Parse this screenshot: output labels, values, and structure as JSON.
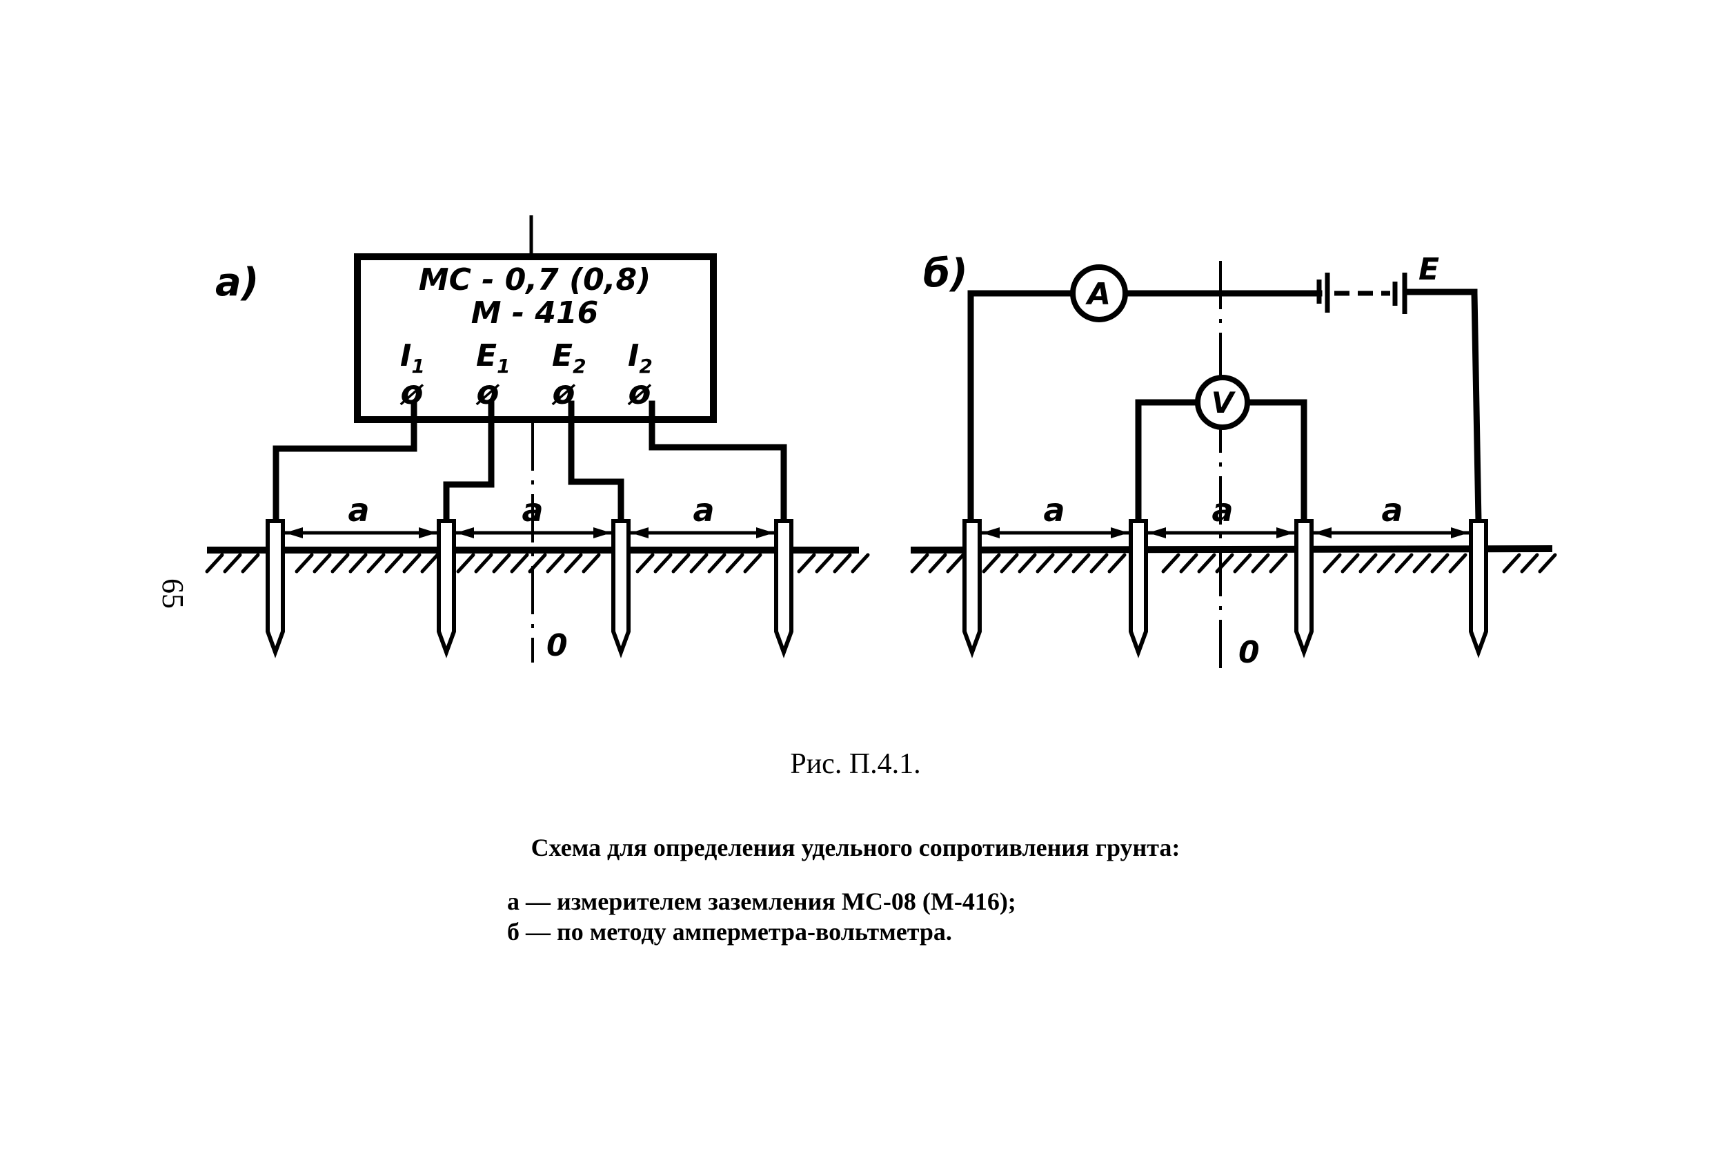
{
  "page_number": "65",
  "figure_label": "Рис. П.4.1.",
  "caption": {
    "title": "Схема для определения удельного сопротивления грунта:",
    "items": [
      "а — измерителем заземления МС-08 (М-416);",
      "б — по методу амперметра-вольтметра."
    ]
  },
  "diagram_a": {
    "label": "а)",
    "device_line1": "МС - 0,7 (0,8)",
    "device_line2": "М - 416",
    "terminals": [
      {
        "name": "I",
        "sub": "1",
        "symbol": "ø"
      },
      {
        "name": "E",
        "sub": "1",
        "symbol": "ø"
      },
      {
        "name": "E",
        "sub": "2",
        "symbol": "ø"
      },
      {
        "name": "I",
        "sub": "2",
        "symbol": "ø"
      }
    ],
    "spacing_labels": [
      "a",
      "a",
      "a"
    ],
    "axis_label": "0"
  },
  "diagram_b": {
    "label": "б)",
    "ammeter": "A",
    "voltmeter": "V",
    "source_label": "E",
    "spacing_labels": [
      "a",
      "a",
      "a"
    ],
    "axis_label": "0"
  }
}
